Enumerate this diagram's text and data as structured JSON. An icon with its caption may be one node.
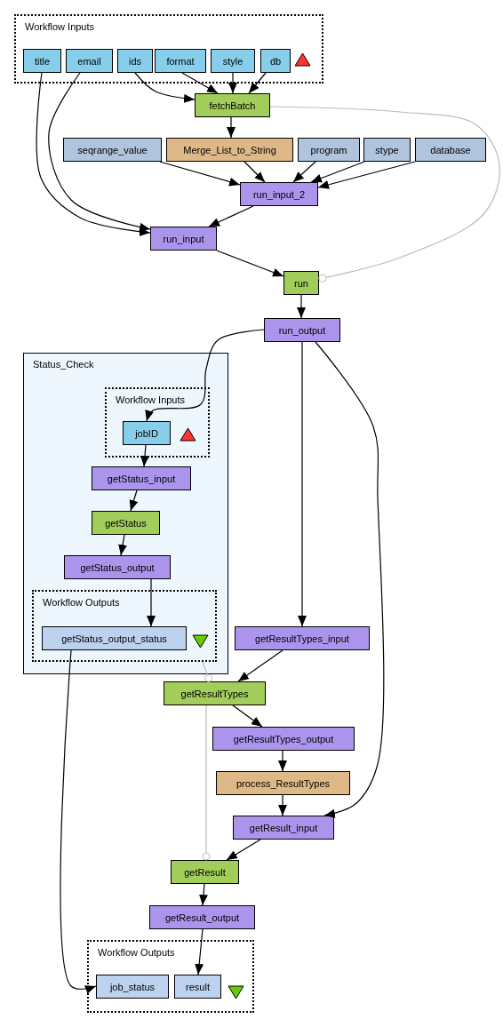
{
  "diagram": {
    "nodes": [
      {
        "text": [
          "Workflow Inputs"
        ]
      },
      {
        "text": [
          "title"
        ],
        "in": 0
      },
      {
        "text": [
          "email"
        ],
        "in": 0
      },
      {
        "text": [
          "ids"
        ],
        "in": 0
      },
      {
        "text": [
          "format"
        ],
        "in": 0
      },
      {
        "text": [
          "style"
        ],
        "in": 0
      },
      {
        "text": [
          "db"
        ],
        "in": 0
      },
      {
        "text": [
          "fetchBatch"
        ]
      },
      {
        "text": [
          "seqrange_value"
        ]
      },
      {
        "text": [
          "Merge_List_to_String"
        ]
      },
      {
        "text": [
          "program"
        ]
      },
      {
        "text": [
          "stype"
        ]
      },
      {
        "text": [
          "database"
        ]
      },
      {
        "text": [
          "run_input_2"
        ]
      },
      {
        "text": [
          "run_input"
        ]
      },
      {
        "text": [
          "run"
        ]
      },
      {
        "text": [
          "run_output"
        ]
      },
      {
        "text": [
          "Status_Check"
        ]
      },
      {
        "text": [
          "Workflow Inputs"
        ],
        "in": 17
      },
      {
        "text": [
          "jobID"
        ],
        "in": 18
      },
      {
        "text": [
          "getStatus_input"
        ],
        "in": 17
      },
      {
        "text": [
          "getStatus"
        ],
        "in": 17
      },
      {
        "text": [
          "getStatus_output"
        ],
        "in": 17
      },
      {
        "text": [
          "Workflow Outputs"
        ],
        "in": 17
      },
      {
        "text": [
          "getStatus_output_status"
        ],
        "in": 23
      },
      {
        "text": [
          "getResultTypes_input"
        ]
      },
      {
        "text": [
          "getResultTypes"
        ]
      },
      {
        "text": [
          "getResultTypes_output"
        ]
      },
      {
        "text": [
          "process_ResultTypes"
        ]
      },
      {
        "text": [
          "getResult_input"
        ]
      },
      {
        "text": [
          "getResult"
        ]
      },
      {
        "text": [
          "getResult_output"
        ]
      },
      {
        "text": [
          "Workflow Outputs"
        ]
      },
      {
        "text": [
          "job_status"
        ],
        "in": 32
      },
      {
        "text": [
          "result"
        ],
        "in": 32
      }
    ],
    "edges": [
      {
        "from": 1,
        "to": 14,
        "arrow": "to"
      },
      {
        "from": 2,
        "to": 14,
        "arrow": "to"
      },
      {
        "from": 3,
        "to": 7,
        "arrow": "to"
      },
      {
        "from": 4,
        "to": 7,
        "arrow": "to"
      },
      {
        "from": 5,
        "to": 7,
        "arrow": "to"
      },
      {
        "from": 6,
        "to": 7,
        "arrow": "to"
      },
      {
        "from": 7,
        "to": 9,
        "arrow": "to"
      },
      {
        "from": 7,
        "to": 15,
        "arrow": "other",
        "color": "#bbbbbb"
      },
      {
        "from": 8,
        "to": 13,
        "arrow": "to"
      },
      {
        "from": 9,
        "to": 13,
        "arrow": "to"
      },
      {
        "from": 10,
        "to": 13,
        "arrow": "to"
      },
      {
        "from": 11,
        "to": 13,
        "arrow": "to"
      },
      {
        "from": 12,
        "to": 13,
        "arrow": "to"
      },
      {
        "from": 13,
        "to": 14,
        "arrow": "to"
      },
      {
        "from": 14,
        "to": 15,
        "arrow": "to"
      },
      {
        "from": 15,
        "to": 16,
        "arrow": "to"
      },
      {
        "from": 16,
        "to": 19,
        "arrow": "to"
      },
      {
        "from": 19,
        "to": 20,
        "arrow": "to"
      },
      {
        "from": 20,
        "to": 21,
        "arrow": "to"
      },
      {
        "from": 21,
        "to": 22,
        "arrow": "to"
      },
      {
        "from": 22,
        "to": 24,
        "arrow": "to"
      },
      {
        "from": 16,
        "to": 25,
        "arrow": "to"
      },
      {
        "from": 16,
        "to": 29,
        "arrow": "to"
      },
      {
        "from": 25,
        "to": 26,
        "arrow": "to"
      },
      {
        "from": 23,
        "to": 26,
        "arrow": "other",
        "color": "#bbbbbb"
      },
      {
        "from": 26,
        "to": 27,
        "arrow": "to"
      },
      {
        "from": 27,
        "to": 28,
        "arrow": "to"
      },
      {
        "from": 28,
        "to": 29,
        "arrow": "to"
      },
      {
        "from": 26,
        "to": 30,
        "arrow": "other",
        "color": "#bbbbbb"
      },
      {
        "from": 29,
        "to": 30,
        "arrow": "to"
      },
      {
        "from": 30,
        "to": 31,
        "arrow": "to"
      },
      {
        "from": 31,
        "to": 34,
        "arrow": "to"
      },
      {
        "from": 24,
        "to": 33,
        "arrow": "to"
      }
    ]
  }
}
